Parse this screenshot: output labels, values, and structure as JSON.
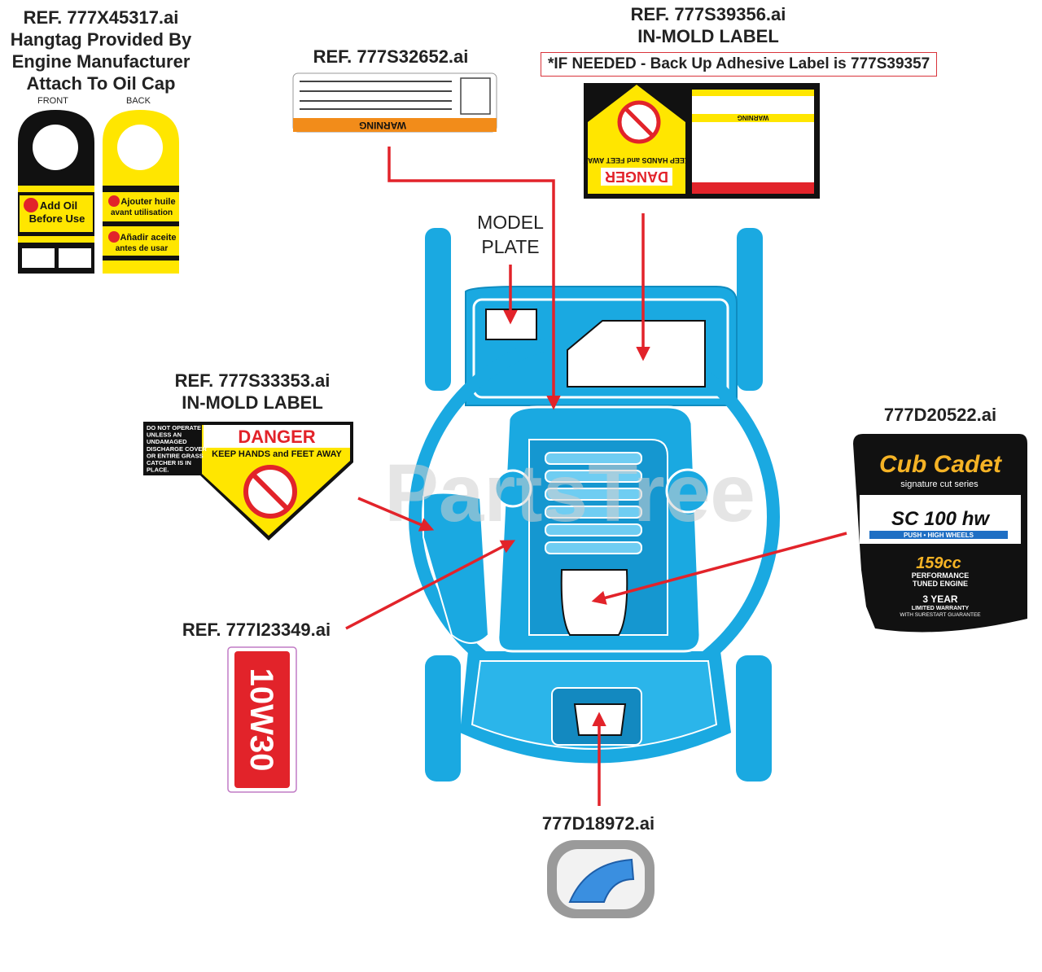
{
  "hangtag": {
    "ref": "REF. 777X45317.ai",
    "line2": "Hangtag Provided By",
    "line3": "Engine Manufacturer",
    "line4": "Attach To Oil Cap",
    "front_label": "FRONT",
    "back_label": "BACK",
    "front_text_1": "Add Oil",
    "front_text_2": "Before Use",
    "back_text_1": "Ajouter huile",
    "back_text_2": "avant utilisation",
    "back_text_3": "Añadir aceite",
    "back_text_4": "antes de usar"
  },
  "warning_label": {
    "ref": "REF. 777S32652.ai",
    "banner": "WARNING"
  },
  "danger_label_top": {
    "ref": "REF. 777S39356.ai",
    "type": "IN-MOLD LABEL",
    "note": "*IF NEEDED - Back Up Adhesive Label is 777S39357",
    "danger_word": "DANGER",
    "keep_away": "KEEP HANDS and FEET AWAY",
    "warning_word": "WARNING"
  },
  "model_plate": {
    "line1": "MODEL",
    "line2": "PLATE"
  },
  "danger_label_side": {
    "ref": "REF. 777S33353.ai",
    "type": "IN-MOLD LABEL",
    "danger_word": "DANGER",
    "keep_away": "KEEP HANDS and FEET AWAY",
    "side_text": [
      "DO NOT OPERATE",
      "UNLESS AN",
      "UNDAMAGED",
      "DISCHARGE COVER",
      "OR ENTIRE GRASS",
      "CATCHER IS IN",
      "PLACE."
    ]
  },
  "oil_label": {
    "ref": "REF. 777I23349.ai",
    "text": "10W30"
  },
  "engine_label": {
    "ref": "777D20522.ai",
    "brand": "Cub Cadet",
    "series": "signature cut series",
    "model": "SC 100 hw",
    "sub": "PUSH • HIGH WHEELS",
    "cc": "159cc",
    "perf1": "PERFORMANCE",
    "perf2": "TUNED ENGINE",
    "warranty1": "3 YEAR",
    "warranty2": "LIMITED WARRANTY",
    "warranty3": "WITH SURESTART GUARANTEE"
  },
  "logo_label": {
    "ref": "777D18972.ai"
  },
  "watermark": "PartsTree",
  "colors": {
    "mower_blue": "#1aa9e1",
    "arrow_red": "#e2232a",
    "danger_yellow": "#ffe600",
    "warning_orange": "#f28c1a"
  }
}
